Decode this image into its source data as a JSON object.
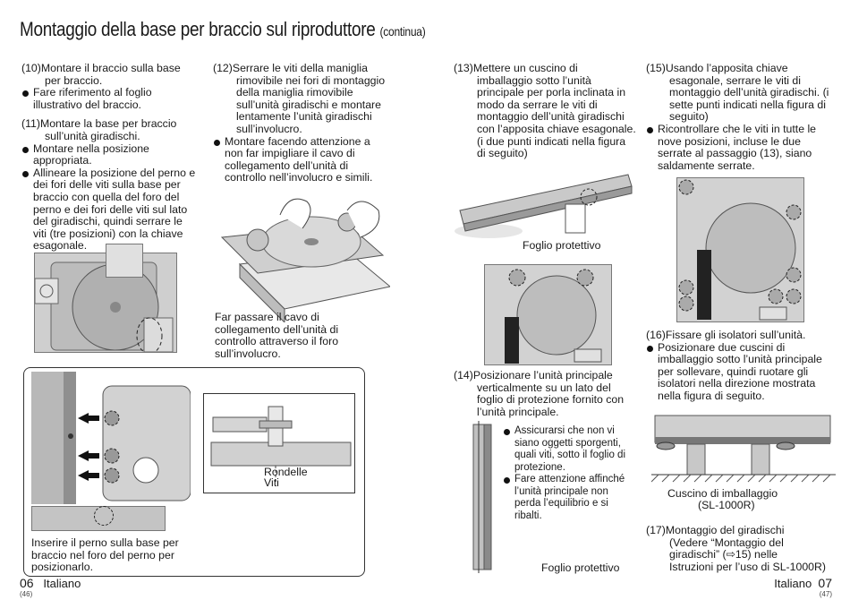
{
  "header": {
    "title": "Montaggio della base per braccio sul riproduttore",
    "title_note": "(continua)"
  },
  "col1": {
    "s10_num": "(10)",
    "s10_line1": "Montare il braccio sulla base",
    "s10_line2": "per braccio.",
    "s10_b1": "Fare riferimento al foglio illustrativo del braccio.",
    "s11_num": "(11)",
    "s11_line1": "Montare la base per braccio",
    "s11_line2": "sull’unità giradischi.",
    "s11_b1": "Montare nella posizione appropriata.",
    "s11_b2": "Allineare la posizione del perno e dei fori delle viti sulla base per braccio con quella del foro del perno e dei fori delle viti sul lato del giradischi, quindi serrare le viti (tre posizioni) con la chiave esagonale."
  },
  "col2": {
    "s12_num": "(12)",
    "s12_line1": "Serrare le viti della maniglia",
    "s12_rest": "rimovibile nei fori di montaggio della maniglia rimovibile sull’unità giradischi e montare lentamente l’unità giradischi sull’involucro.",
    "s12_b1": "Montare facendo attenzione a non far impigliare il cavo di collegamento dell’unità di controllo nell’involucro e simili.",
    "cable_caption": "Far passare il cavo di collegamento dell’unità di controllo attraverso il foro sull’involucro."
  },
  "panel": {
    "washers": "Rondelle",
    "screws": "Viti",
    "pin_caption": "Inserire il perno sulla base per braccio nel foro del perno per posizionarlo."
  },
  "col3": {
    "s13_num": "(13)",
    "s13_line1": "Mettere un cuscino di",
    "s13_rest": "imballaggio sotto l’unità principale per porla inclinata in modo da serrare le viti di montaggio dell’unità giradischi con l’apposita chiave esagonale. (i due punti indicati nella figura di seguito)",
    "foil_label": "Foglio protettivo",
    "s14_num": "(14)",
    "s14_line1": "Posizionare l’unità principale",
    "s14_rest": "verticalmente su un lato del foglio di protezione fornito con l’unità principale.",
    "s14_b1": "Assicurarsi che non vi siano oggetti sporgenti, quali viti, sotto il foglio di protezione.",
    "s14_b2": "Fare attenzione affinché l’unità principale non perda l’equilibrio e si ribalti.",
    "foil_label2": "Foglio protettivo"
  },
  "col4": {
    "s15_num": "(15)",
    "s15_line1": "Usando l’apposita chiave",
    "s15_rest": "esagonale, serrare le viti di montaggio dell’unità giradischi. (i sette punti indicati nella figura di seguito)",
    "s15_b1": "Ricontrollare che le viti in tutte le nove posizioni, incluse le due serrate al passaggio (13), siano saldamente serrate.",
    "s16_num": "(16)",
    "s16_line1": "Fissare gli isolatori sull’unità.",
    "s16_b1": "Posizionare due cuscini di imballaggio sotto l’unità principale per sollevare, quindi ruotare gli isolatori nella direzione mostrata nella figura di seguito.",
    "cushion_label": "Cuscino di imballaggio",
    "cushion_model": "(SL-1000R)",
    "s17_num": "(17)",
    "s17_line1": "Montaggio del giradischi",
    "s17_rest1": "(Vedere “Montaggio del",
    "s17_rest2": "giradischi” (⇨15) nelle",
    "s17_rest3": "Istruzioni per l’uso di SL-1000R)"
  },
  "footer": {
    "left_page": "06",
    "left_lang": "Italiano",
    "left_sub": "(46)",
    "right_lang": "Italiano",
    "right_page": "07",
    "right_sub": "(47)"
  }
}
